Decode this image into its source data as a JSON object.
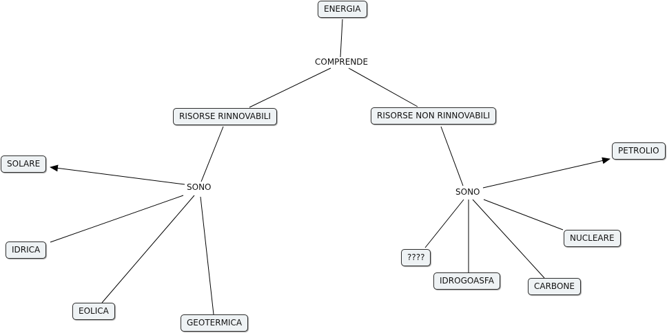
{
  "nodes": {
    "energia": "ENERGIA",
    "rinnovabili": "RISORSE RINNOVABILI",
    "non_rinnovabili": "RISORSE NON RINNOVABILI",
    "solare": "SOLARE",
    "idrica": "IDRICA",
    "eolica": "EOLICA",
    "geotermica": "GEOTERMICA",
    "petrolio": "PETROLIO",
    "nucleare": "NUCLEARE",
    "unknown": "????",
    "idrogoasfa": "IDROGOASFA",
    "carbone": "CARBONE"
  },
  "links": {
    "comprende": "COMPRENDE",
    "sono_left": "SONO",
    "sono_right": "SONO"
  },
  "colors": {
    "node_fill": "#eef2f4",
    "node_border": "#2b2b2b",
    "line": "#000000"
  }
}
